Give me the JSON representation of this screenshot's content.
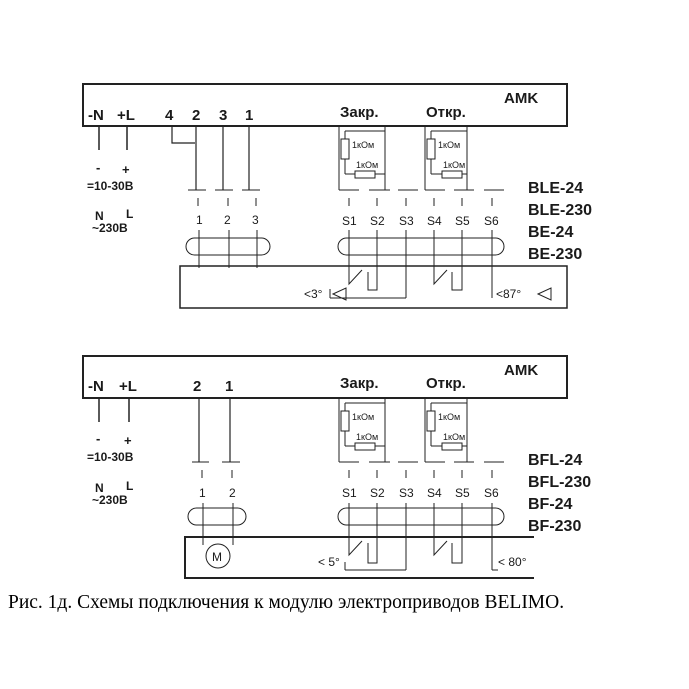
{
  "diagram1": {
    "title": "AMK",
    "terminals": [
      "-N",
      "+L",
      "4",
      "2",
      "3",
      "1"
    ],
    "group_close": "Закр.",
    "group_open": "Откр.",
    "res1": "1кОм",
    "res2": "1кОм",
    "res3": "1кОм",
    "res4": "1кОм",
    "polarity_minus": "-",
    "polarity_plus": "+",
    "dc_voltage": "=10-30В",
    "ac_n": "N",
    "ac_l": "L",
    "ac_voltage": "~230В",
    "wires": [
      "1",
      "2",
      "3"
    ],
    "switch_wires": [
      "S1",
      "S2",
      "S3",
      "S4",
      "S5",
      "S6"
    ],
    "models": [
      "BLE-24",
      "BLE-230",
      "BE-24",
      "BE-230"
    ],
    "angle_min": "<3°",
    "angle_max": "<87°"
  },
  "diagram2": {
    "title": "AMK",
    "terminals": [
      "-N",
      "+L",
      "2",
      "1"
    ],
    "group_close": "Закр.",
    "group_open": "Откр.",
    "res1": "1кОм",
    "res2": "1кОм",
    "res3": "1кОм",
    "res4": "1кОм",
    "polarity_minus": "-",
    "polarity_plus": "+",
    "dc_voltage": "=10-30В",
    "ac_n": "N",
    "ac_l": "L",
    "ac_voltage": "~230В",
    "wires": [
      "1",
      "2"
    ],
    "switch_wires": [
      "S1",
      "S2",
      "S3",
      "S4",
      "S5",
      "S6"
    ],
    "models": [
      "BFL-24",
      "BFL-230",
      "BF-24",
      "BF-230"
    ],
    "motor": "M",
    "angle_min": "< 5°",
    "angle_max": "< 80°"
  },
  "caption": "Рис. 1д. Схемы подключения к модулю электроприводов BELIMO."
}
